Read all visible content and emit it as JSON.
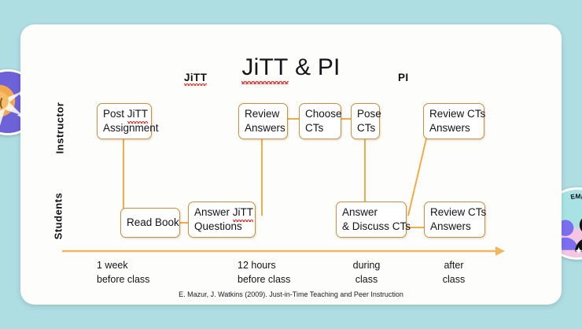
{
  "canvas": {
    "background_color": "#aedde2",
    "card_color": "#fdfdfb"
  },
  "slide": {
    "title": "JiTT & PI",
    "title_main": "JiTT",
    "title_rest": " & PI",
    "sections": [
      {
        "id": "jitt",
        "label": "JiTT"
      },
      {
        "id": "pi",
        "label": "PI"
      }
    ],
    "rows": [
      {
        "id": "instructor",
        "label": "Instructor"
      },
      {
        "id": "students",
        "label": "Students"
      }
    ],
    "citation": "E. Mazur, J. Watkins (2009). Just-in-Time Teaching and Peer Instruction"
  },
  "diagram": {
    "accent_color": "#c69142",
    "connector_color": "#f0ab4b",
    "boxes": [
      {
        "id": "post-jitt-assignment",
        "row": "instructor",
        "line1": "Post JiTT",
        "line2": "Assignment",
        "spell_flag": "JiTT"
      },
      {
        "id": "review-answers",
        "row": "instructor",
        "line1": "Review",
        "line2": "Answers"
      },
      {
        "id": "choose-cts",
        "row": "instructor",
        "line1": "Choose",
        "line2": "CTs"
      },
      {
        "id": "pose-cts",
        "row": "instructor",
        "line1": "Pose",
        "line2": "CTs"
      },
      {
        "id": "review-cts-answers-instructor",
        "row": "instructor",
        "line1": "Review CTs",
        "line2": "Answers"
      },
      {
        "id": "read-book",
        "row": "students",
        "line1": "Read Book",
        "line2": ""
      },
      {
        "id": "answer-jitt-questions",
        "row": "students",
        "line1": "Answer JiTT",
        "line2": "Questions",
        "spell_flag": "JiTT"
      },
      {
        "id": "answer-discuss-cts",
        "row": "students",
        "line1": "Answer",
        "line2": "& Discuss CTs"
      },
      {
        "id": "review-cts-answers-students",
        "row": "students",
        "line1": "Review CTs",
        "line2": "Answers"
      }
    ],
    "connections": [
      {
        "from": "post-jitt-assignment",
        "to": "read-book"
      },
      {
        "from": "read-book",
        "to": "answer-jitt-questions"
      },
      {
        "from": "answer-jitt-questions",
        "to": "review-answers"
      },
      {
        "from": "review-answers",
        "to": "choose-cts"
      },
      {
        "from": "choose-cts",
        "to": "pose-cts"
      },
      {
        "from": "pose-cts",
        "to": "answer-discuss-cts"
      },
      {
        "from": "answer-discuss-cts",
        "to": "review-cts-answers-instructor"
      },
      {
        "from": "answer-discuss-cts",
        "to": "review-cts-answers-students"
      }
    ]
  },
  "timeline": {
    "arrow_color": "#f3b65e",
    "ticks": [
      {
        "id": "one-week",
        "line1": "1 week",
        "line2": "before class"
      },
      {
        "id": "twelve-hours",
        "line1": "12 hours",
        "line2": "before class"
      },
      {
        "id": "during",
        "line1": "during",
        "line2": "class"
      },
      {
        "id": "after",
        "line1": "after",
        "line2": "class"
      }
    ]
  },
  "stickers": [
    {
      "id": "left-sticker",
      "label": "",
      "colors": [
        "#6e62d8",
        "#f2a94c",
        "#ffffff"
      ]
    },
    {
      "id": "right-sticker",
      "label": "EMPATHI",
      "colors": [
        "#f3c6e2",
        "#a8e2e4",
        "#6e62d8",
        "#111111"
      ]
    }
  ]
}
